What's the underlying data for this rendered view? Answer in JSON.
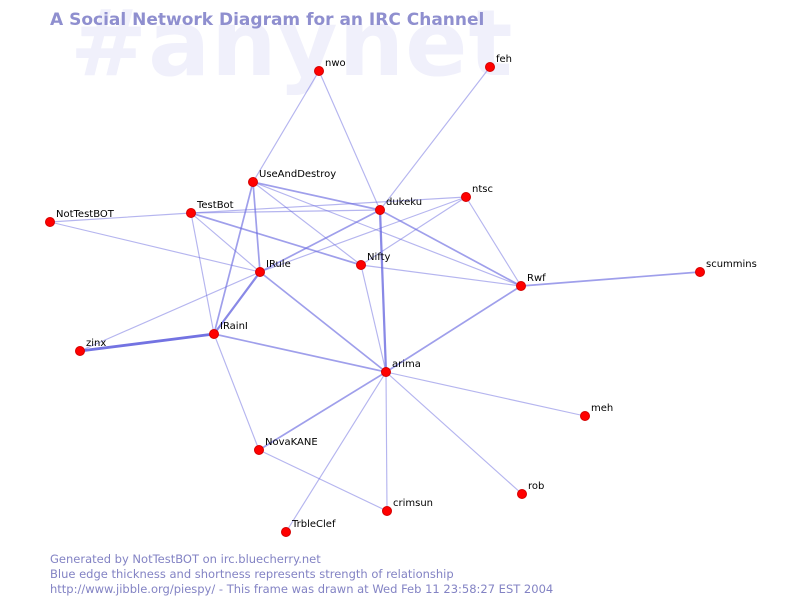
{
  "watermark": "#anynet",
  "title": "A Social Network Diagram for an IRC Channel",
  "footer": {
    "line1": "Generated by NotTestBOT on irc.bluecherry.net",
    "line2": "Blue edge thickness and shortness represents strength of relationship",
    "line3": "http://www.jibble.org/piespy/ - This frame was drawn at Wed Feb 11 23:58:27 EST 2004"
  },
  "colors": {
    "node": "#ff0000",
    "edge": "#6b6be0",
    "title": "#8f8fcf",
    "watermark": "#f0f0fb"
  },
  "nodes": [
    {
      "id": "nwo",
      "label": "nwo"
    },
    {
      "id": "feh",
      "label": "feh"
    },
    {
      "id": "UseAndDestroy",
      "label": "UseAndDestroy"
    },
    {
      "id": "ntsc",
      "label": "ntsc"
    },
    {
      "id": "dukeku",
      "label": "dukeku"
    },
    {
      "id": "TestBot",
      "label": "TestBot"
    },
    {
      "id": "NotTestBOT",
      "label": "NotTestBOT"
    },
    {
      "id": "Nifty",
      "label": "Nifty"
    },
    {
      "id": "IRule",
      "label": "IRule"
    },
    {
      "id": "scummins",
      "label": "scummins"
    },
    {
      "id": "Rwf",
      "label": "Rwf"
    },
    {
      "id": "IRainI",
      "label": "IRainI"
    },
    {
      "id": "zinx",
      "label": "zinx"
    },
    {
      "id": "arima",
      "label": "arima"
    },
    {
      "id": "meh",
      "label": "meh"
    },
    {
      "id": "NovaKANE",
      "label": "NovaKANE"
    },
    {
      "id": "rob",
      "label": "rob"
    },
    {
      "id": "crimsun",
      "label": "crimsun"
    },
    {
      "id": "TrbleClef",
      "label": "TrbleClef"
    }
  ],
  "edges": [
    {
      "a": "nwo",
      "b": "UseAndDestroy",
      "weight": 1
    },
    {
      "a": "nwo",
      "b": "dukeku",
      "weight": 1
    },
    {
      "a": "feh",
      "b": "dukeku",
      "weight": 1
    },
    {
      "a": "UseAndDestroy",
      "b": "dukeku",
      "weight": 2
    },
    {
      "a": "UseAndDestroy",
      "b": "IRule",
      "weight": 2
    },
    {
      "a": "UseAndDestroy",
      "b": "IRainI",
      "weight": 2
    },
    {
      "a": "UseAndDestroy",
      "b": "Nifty",
      "weight": 1
    },
    {
      "a": "UseAndDestroy",
      "b": "Rwf",
      "weight": 1
    },
    {
      "a": "TestBot",
      "b": "dukeku",
      "weight": 1
    },
    {
      "a": "TestBot",
      "b": "ntsc",
      "weight": 1
    },
    {
      "a": "TestBot",
      "b": "IRule",
      "weight": 1
    },
    {
      "a": "TestBot",
      "b": "IRainI",
      "weight": 1
    },
    {
      "a": "TestBot",
      "b": "Nifty",
      "weight": 2
    },
    {
      "a": "TestBot",
      "b": "NotTestBOT",
      "weight": 1
    },
    {
      "a": "NotTestBOT",
      "b": "IRule",
      "weight": 1
    },
    {
      "a": "dukeku",
      "b": "arima",
      "weight": 3
    },
    {
      "a": "dukeku",
      "b": "IRule",
      "weight": 2
    },
    {
      "a": "dukeku",
      "b": "Rwf",
      "weight": 2
    },
    {
      "a": "ntsc",
      "b": "IRule",
      "weight": 1
    },
    {
      "a": "ntsc",
      "b": "Nifty",
      "weight": 1
    },
    {
      "a": "ntsc",
      "b": "Rwf",
      "weight": 1
    },
    {
      "a": "Nifty",
      "b": "Rwf",
      "weight": 1
    },
    {
      "a": "Nifty",
      "b": "arima",
      "weight": 1
    },
    {
      "a": "IRule",
      "b": "IRainI",
      "weight": 3
    },
    {
      "a": "IRule",
      "b": "arima",
      "weight": 2
    },
    {
      "a": "IRule",
      "b": "zinx",
      "weight": 1
    },
    {
      "a": "scummins",
      "b": "Rwf",
      "weight": 2
    },
    {
      "a": "Rwf",
      "b": "arima",
      "weight": 2
    },
    {
      "a": "IRainI",
      "b": "zinx",
      "weight": 4
    },
    {
      "a": "IRainI",
      "b": "arima",
      "weight": 2
    },
    {
      "a": "IRainI",
      "b": "NovaKANE",
      "weight": 1
    },
    {
      "a": "arima",
      "b": "meh",
      "weight": 1
    },
    {
      "a": "arima",
      "b": "NovaKANE",
      "weight": 2
    },
    {
      "a": "arima",
      "b": "rob",
      "weight": 1
    },
    {
      "a": "arima",
      "b": "crimsun",
      "weight": 1
    },
    {
      "a": "arima",
      "b": "TrbleClef",
      "weight": 1
    },
    {
      "a": "NovaKANE",
      "b": "crimsun",
      "weight": 1
    }
  ]
}
